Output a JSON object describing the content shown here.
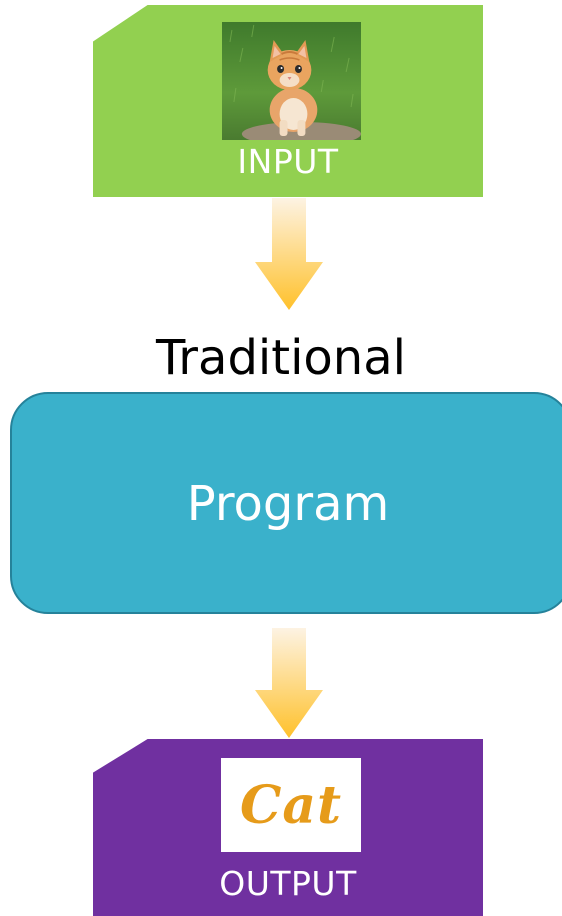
{
  "input_card": {
    "label": "INPUT",
    "image": "kitten-photo"
  },
  "heading": "Traditional",
  "program_box": {
    "label": "Program"
  },
  "output_card": {
    "label": "OUTPUT",
    "word": "Cat"
  },
  "colors": {
    "input_card": "#92d050",
    "program_box": "#3ab1cb",
    "output_card": "#7030a0",
    "arrow_top": "#fdf3e3",
    "arrow_bottom": "#ffc12b",
    "cat_word": "#e69b1a"
  }
}
